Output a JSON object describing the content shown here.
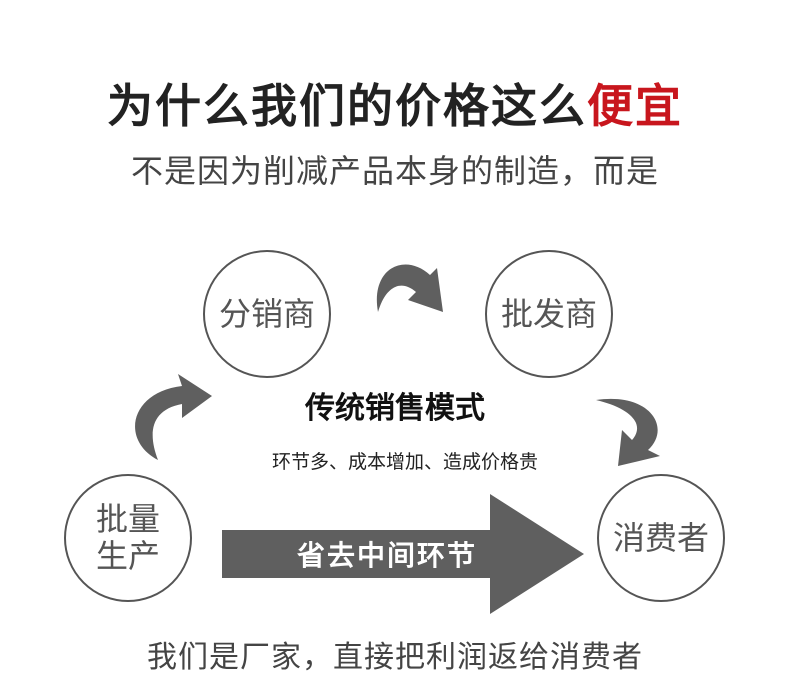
{
  "header": {
    "title_main": "为什么我们的价格这么",
    "title_highlight": "便宜",
    "subtitle": "不是因为削减产品本身的制造，而是"
  },
  "diagram": {
    "nodes": {
      "distributor": "分销商",
      "wholesaler": "批发商",
      "mass_production_line1": "批量",
      "mass_production_line2": "生产",
      "consumer": "消费者"
    },
    "traditional_title": "传统销售模式",
    "traditional_desc": "环节多、成本增加、造成价格贵",
    "direct_arrow_label": "省去中间环节"
  },
  "footer": {
    "text": "我们是厂家，直接把利润返给消费者"
  },
  "colors": {
    "highlight": "#c8161d",
    "arrow": "#5f5f5f",
    "circle_border": "#555555"
  }
}
